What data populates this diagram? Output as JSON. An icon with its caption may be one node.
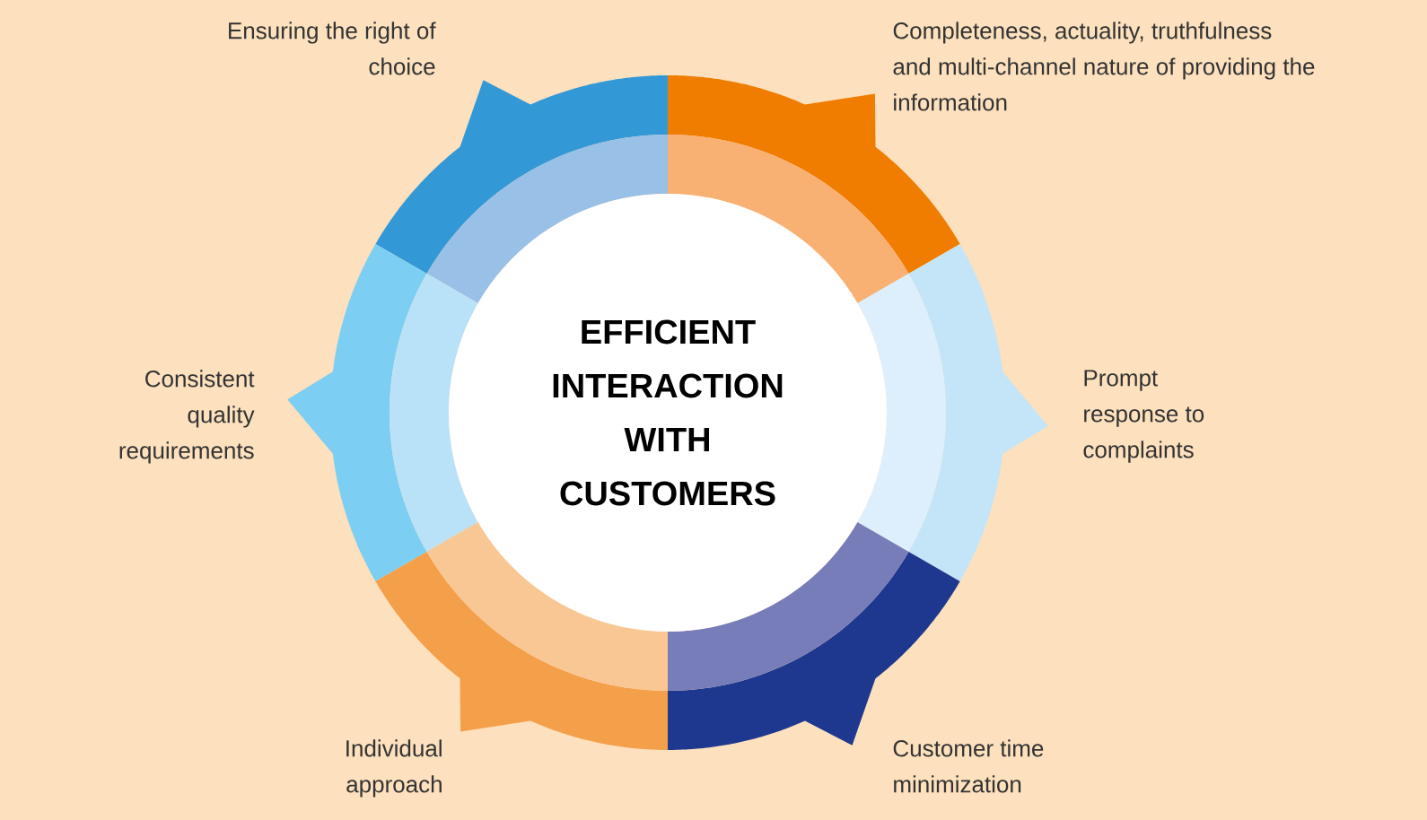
{
  "diagram": {
    "nodes": [
      {
        "text": [
          "EFFICIENT INTERACTION WITH CUSTOMERS"
        ]
      },
      {
        "text": [],
        "shape": "arc",
        "beside": [
          "Ensuring the right of choice"
        ]
      },
      {
        "text": [],
        "shape": "arc",
        "beside": [
          "Completeness, actuality, truthfulness and multi-channel nature of providing the information"
        ]
      },
      {
        "text": [],
        "shape": "arc",
        "beside": [
          "Consistent quality requirements"
        ]
      },
      {
        "text": [],
        "shape": "arc",
        "beside": [
          "Prompt response to complaints"
        ]
      },
      {
        "text": [],
        "shape": "arc",
        "beside": [
          "Individual approach"
        ]
      },
      {
        "text": [],
        "shape": "arc",
        "beside": [
          "Customer time minimization"
        ]
      }
    ],
    "edges": []
  }
}
